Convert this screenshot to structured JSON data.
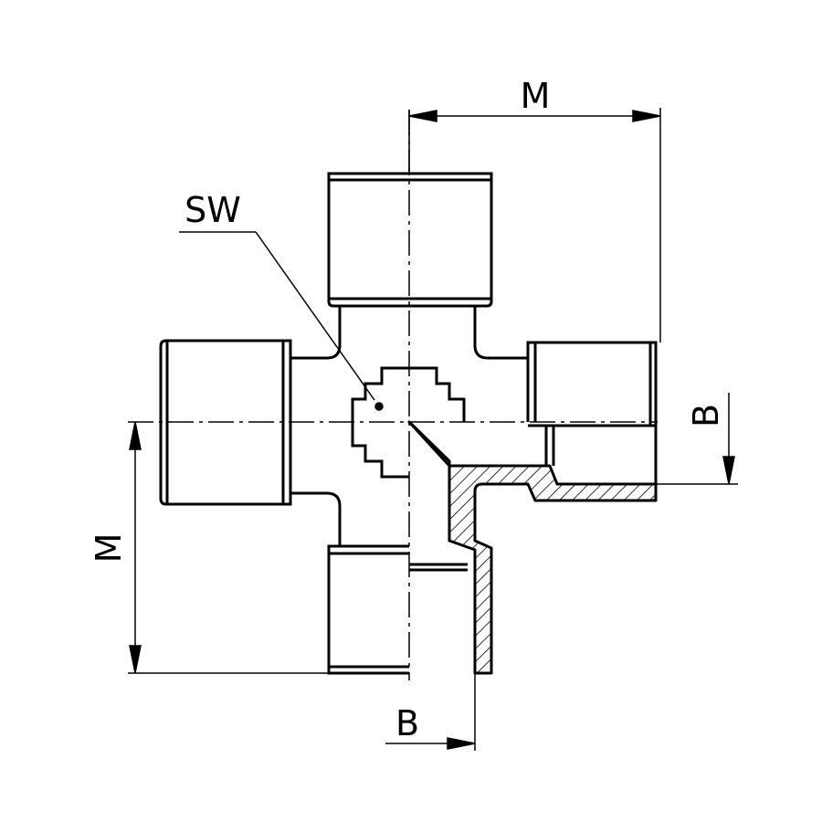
{
  "drawing": {
    "labels": {
      "sw": "SW",
      "m_top": "M",
      "m_left": "M",
      "b_right": "B",
      "b_bottom": "B"
    },
    "colors": {
      "line": "#000000",
      "background": "#ffffff"
    }
  }
}
